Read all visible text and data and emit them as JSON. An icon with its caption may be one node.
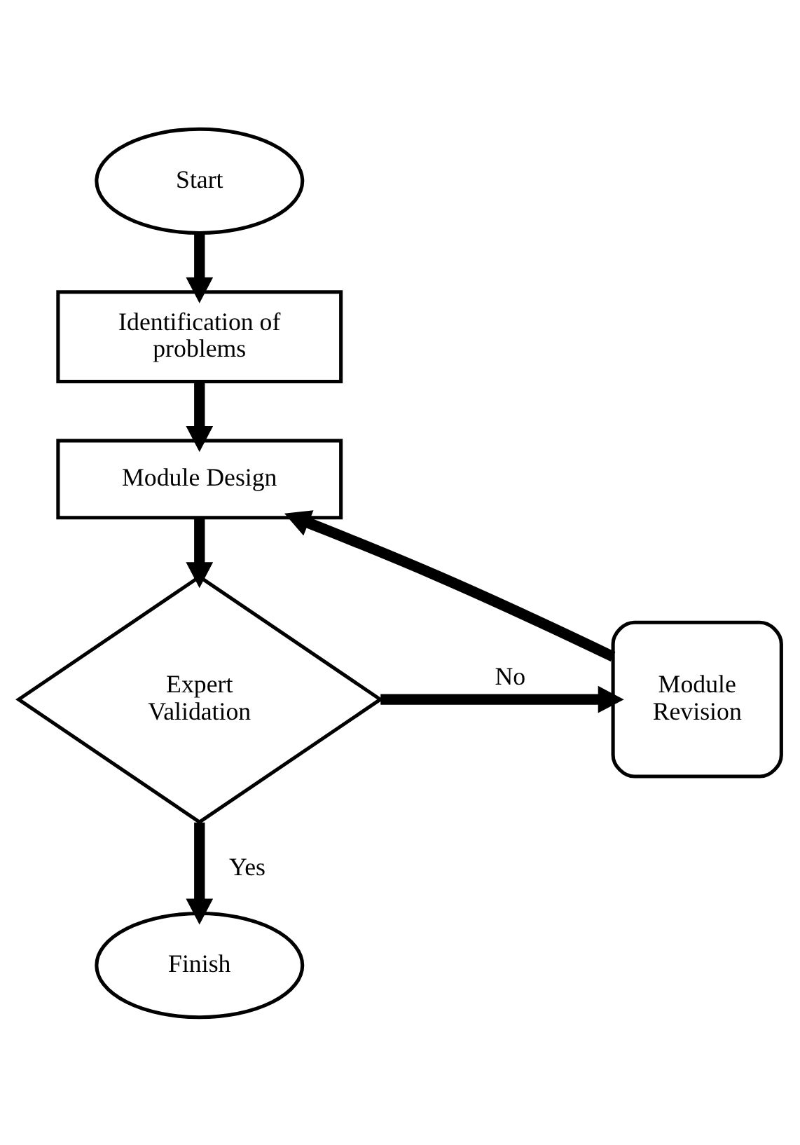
{
  "diagram": {
    "nodes": [
      {
        "text": [
          "Start"
        ]
      },
      {
        "text": [
          "Identification of problems"
        ]
      },
      {
        "text": [
          "Module Design"
        ]
      },
      {
        "text": [
          "Expert Validation"
        ]
      },
      {
        "text": [
          "Module Revision"
        ]
      },
      {
        "text": [
          "Finish"
        ]
      }
    ],
    "edges": [
      {
        "from": 0,
        "to": 1,
        "arrow": "to"
      },
      {
        "from": 1,
        "to": 2,
        "arrow": "to"
      },
      {
        "from": 2,
        "to": 3,
        "arrow": "to"
      },
      {
        "from": 3,
        "to": 4,
        "arrow": "to",
        "label": "No"
      },
      {
        "from": 4,
        "to": 2,
        "arrow": "to"
      },
      {
        "from": 3,
        "to": 5,
        "arrow": "to",
        "label": "Yes"
      }
    ]
  }
}
